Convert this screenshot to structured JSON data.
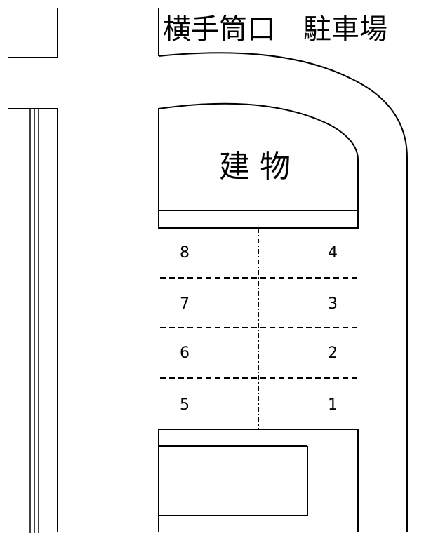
{
  "title": "横手筒口　駐車場",
  "building_label": "建 物",
  "spaces": {
    "left": [
      "8",
      "7",
      "6",
      "5"
    ],
    "right": [
      "4",
      "3",
      "2",
      "1"
    ]
  }
}
